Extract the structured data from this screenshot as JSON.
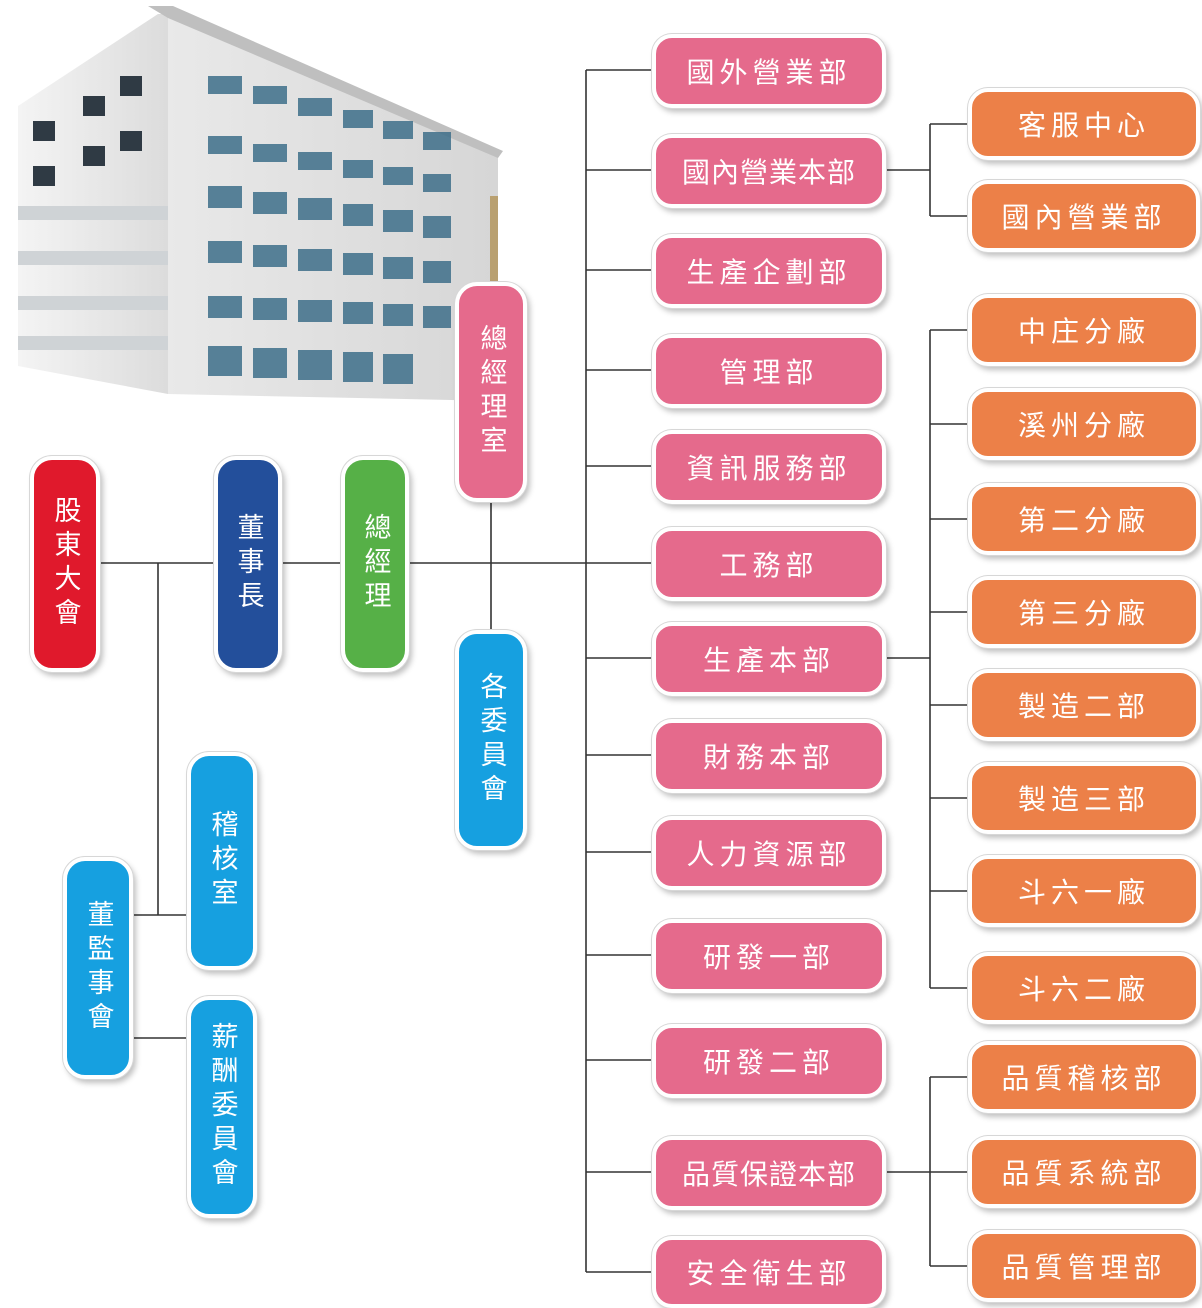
{
  "top": {
    "shareholders": "股東大會",
    "board_chair": "董事長",
    "president": "總經理",
    "president_office": "總經理室",
    "committees": "各委員會",
    "audit_office": "稽核室",
    "board_meeting": "董監事會",
    "salary_committee": "薪酬委員會"
  },
  "departments": [
    "國外營業部",
    "國內營業本部",
    "生產企劃部",
    "管理部",
    "資訊服務部",
    "工務部",
    "生產本部",
    "財務本部",
    "人力資源部",
    "研發一部",
    "研發二部",
    "品質保證本部",
    "安全衛生部"
  ],
  "sub_units": [
    "客服中心",
    "國內營業部",
    "中庄分廠",
    "溪州分廠",
    "第二分廠",
    "第三分廠",
    "製造二部",
    "製造三部",
    "斗六一廠",
    "斗六二廠",
    "品質稽核部",
    "品質系統部",
    "品質管理部"
  ],
  "colors": {
    "shareholders": "#e0192c",
    "board_chair": "#234f9b",
    "president": "#56b047",
    "department": "#e56a8c",
    "committee": "#16a0e0",
    "sub_unit": "#ec8048",
    "line": "#333333"
  }
}
